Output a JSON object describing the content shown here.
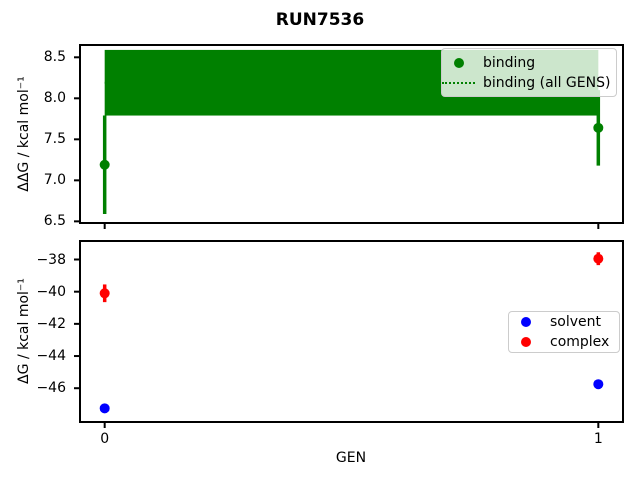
{
  "figure": {
    "title": "RUN7536",
    "background": "#ffffff",
    "frame_color": "#000000"
  },
  "chart_data": [
    {
      "type": "scatter",
      "title": "",
      "xlabel": "",
      "ylabel": "ΔΔG / kcal mol⁻¹",
      "xlim": [
        -0.05,
        1.05
      ],
      "ylim": [
        6.48,
        8.65
      ],
      "yticks": [
        8.5,
        8.0,
        7.5,
        7.0,
        6.5
      ],
      "ytick_labels": [
        "8.5",
        "8.0",
        "7.5",
        "7.0",
        "6.5"
      ],
      "ytick_decimals": 1,
      "xticks": [
        0,
        1
      ],
      "xtick_labels": [
        "0",
        "1"
      ],
      "xtick_labels_visible": false,
      "grid": false,
      "series": [
        {
          "name": "binding",
          "color": "#008000",
          "marker": "circle",
          "x": [
            0,
            1
          ],
          "y": [
            7.19,
            7.64
          ],
          "yerr": [
            0.6,
            0.46
          ]
        }
      ],
      "band": {
        "name": "binding (all GENS)",
        "color": "#008000",
        "linestyle": "dotted",
        "x": [
          0,
          1
        ],
        "mean": 8.19,
        "halfwidth": 0.4,
        "low": 7.79,
        "high": 8.59
      },
      "legend": {
        "position": "upper right",
        "items": [
          {
            "label": "binding",
            "glyph": "dot",
            "color": "#008000"
          },
          {
            "label": "binding (all GENS)",
            "glyph": "dotted-line",
            "color": "#008000"
          }
        ]
      }
    },
    {
      "type": "scatter",
      "title": "",
      "xlabel": "GEN",
      "ylabel": "ΔG / kcal mol⁻¹",
      "xlim": [
        -0.05,
        1.05
      ],
      "ylim": [
        -48.1,
        -36.85
      ],
      "yticks": [
        -38,
        -40,
        -42,
        -44,
        -46
      ],
      "ytick_labels": [
        "−38",
        "−40",
        "−42",
        "−44",
        "−46"
      ],
      "ytick_decimals": 0,
      "xticks": [
        0,
        1
      ],
      "xtick_labels": [
        "0",
        "1"
      ],
      "xtick_labels_visible": true,
      "grid": false,
      "series": [
        {
          "name": "solvent",
          "color": "#0000ff",
          "marker": "circle",
          "x": [
            0,
            1
          ],
          "y": [
            -47.25,
            -45.75
          ],
          "yerr": [
            0.15,
            0.15
          ]
        },
        {
          "name": "complex",
          "color": "#ff0000",
          "marker": "circle",
          "x": [
            0,
            1
          ],
          "y": [
            -40.1,
            -37.95
          ],
          "yerr": [
            0.55,
            0.4
          ]
        }
      ],
      "legend": {
        "position": "center right",
        "items": [
          {
            "label": "solvent",
            "glyph": "dot",
            "color": "#0000ff"
          },
          {
            "label": "complex",
            "glyph": "dot",
            "color": "#ff0000"
          }
        ]
      }
    }
  ]
}
